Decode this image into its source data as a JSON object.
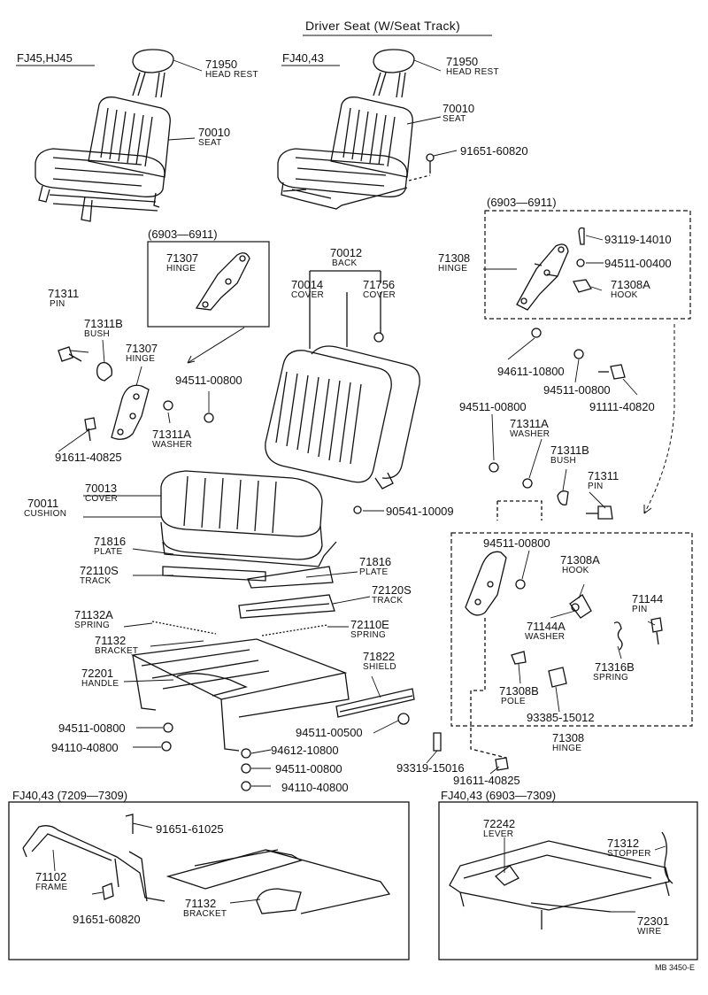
{
  "title": "Driver Seat (W/Seat Track)",
  "model_fj45": "FJ45,HJ45",
  "model_fj40": "FJ40,43",
  "range_6903_6911_a": "(6903—6911)",
  "range_6903_6911_b": "(6903—6911)",
  "inset_left_title": "FJ40,43 (7209—7309)",
  "inset_right_title": "FJ40,43 (6903—7309)",
  "footer_code": "MB 3450-E",
  "parts": {
    "p71950a": {
      "no": "71950",
      "name": "HEAD REST"
    },
    "p70010a": {
      "no": "70010",
      "name": "SEAT"
    },
    "p71950b": {
      "no": "71950",
      "name": "HEAD REST"
    },
    "p70010b": {
      "no": "70010",
      "name": "SEAT"
    },
    "p91651_60820a": {
      "no": "91651-60820"
    },
    "p71307a": {
      "no": "71307",
      "name": "HINGE"
    },
    "p70012": {
      "no": "70012",
      "name": "BACK"
    },
    "p70014": {
      "no": "70014",
      "name": "COVER"
    },
    "p71756": {
      "no": "71756",
      "name": "COVER"
    },
    "p71311a": {
      "no": "71311",
      "name": "PIN"
    },
    "p71311Ba": {
      "no": "71311B",
      "name": "BUSH"
    },
    "p71307b": {
      "no": "71307",
      "name": "HINGE"
    },
    "p94511_00800a": {
      "no": "94511-00800"
    },
    "p71311Aa": {
      "no": "71311A",
      "name": "WASHER"
    },
    "p91611_40825a": {
      "no": "91611-40825"
    },
    "p71308a": {
      "no": "71308",
      "name": "HINGE"
    },
    "p93119_14010": {
      "no": "93119-14010"
    },
    "p94511_00400": {
      "no": "94511-00400"
    },
    "p71308Aa": {
      "no": "71308A",
      "name": "HOOK"
    },
    "p94611_10800": {
      "no": "94611-10800"
    },
    "p94511_00800b": {
      "no": "94511-00800"
    },
    "p91111_40820": {
      "no": "91111-40820"
    },
    "p94511_00800c": {
      "no": "94511-00800"
    },
    "p71311Ab": {
      "no": "71311A",
      "name": "WASHER"
    },
    "p71311Bb": {
      "no": "71311B",
      "name": "BUSH"
    },
    "p71311b": {
      "no": "71311",
      "name": "PIN"
    },
    "p70013": {
      "no": "70013",
      "name": "COVER"
    },
    "p70011": {
      "no": "70011",
      "name": "CUSHION"
    },
    "p90541_10009": {
      "no": "90541-10009"
    },
    "p71816a": {
      "no": "71816",
      "name": "PLATE"
    },
    "p72110S": {
      "no": "72110S",
      "name": "TRACK"
    },
    "p71816b": {
      "no": "71816",
      "name": "PLATE"
    },
    "p72120S": {
      "no": "72120S",
      "name": "TRACK"
    },
    "p71132A": {
      "no": "71132A",
      "name": "SPRING"
    },
    "p72110E": {
      "no": "72110E",
      "name": "SPRING"
    },
    "p71132a": {
      "no": "71132",
      "name": "BRACKET"
    },
    "p72201": {
      "no": "72201",
      "name": "HANDLE"
    },
    "p71822": {
      "no": "71822",
      "name": "SHIELD"
    },
    "p94511_00800d": {
      "no": "94511-00800"
    },
    "p94110_40800a": {
      "no": "94110-40800"
    },
    "p94511_00500": {
      "no": "94511-00500"
    },
    "p94612_10800": {
      "no": "94612-10800"
    },
    "p94511_00800e": {
      "no": "94511-00800"
    },
    "p94110_40800b": {
      "no": "94110-40800"
    },
    "p93319_15016": {
      "no": "93319-15016"
    },
    "p91611_40825b": {
      "no": "91611-40825"
    },
    "p94511_00800f": {
      "no": "94511-00800"
    },
    "p71308Ab": {
      "no": "71308A",
      "name": "HOOK"
    },
    "p71144": {
      "no": "71144",
      "name": "PIN"
    },
    "p71144A": {
      "no": "71144A",
      "name": "WASHER"
    },
    "p71316B": {
      "no": "71316B",
      "name": "SPRING"
    },
    "p71308B": {
      "no": "71308B",
      "name": "POLE"
    },
    "p93385_15012": {
      "no": "93385-15012"
    },
    "p71308b": {
      "no": "71308",
      "name": "HINGE"
    },
    "p91651_61025": {
      "no": "91651-61025"
    },
    "p71102": {
      "no": "71102",
      "name": "FRAME"
    },
    "p91651_60820b": {
      "no": "91651-60820"
    },
    "p71132b": {
      "no": "71132",
      "name": "BRACKET"
    },
    "p72242": {
      "no": "72242",
      "name": "LEVER"
    },
    "p71312": {
      "no": "71312",
      "name": "STOPPER"
    },
    "p72301": {
      "no": "72301",
      "name": "WIRE"
    }
  }
}
